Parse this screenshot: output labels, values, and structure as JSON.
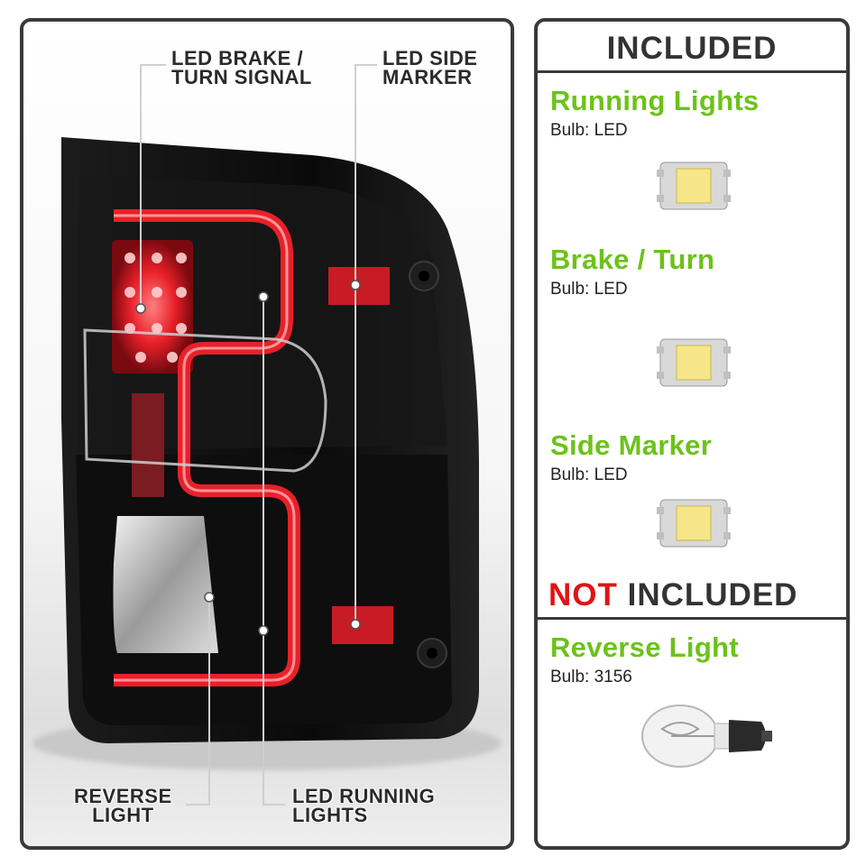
{
  "callouts": {
    "brake_turn": [
      "LED BRAKE /",
      "TURN SIGNAL"
    ],
    "side_marker": [
      "LED SIDE",
      "MARKER"
    ],
    "reverse": [
      "REVERSE",
      "LIGHT"
    ],
    "running": [
      "LED RUNNING",
      "LIGHTS"
    ]
  },
  "included": {
    "header": "INCLUDED",
    "items": [
      {
        "title": "Running Lights",
        "bulb": "Bulb: LED",
        "icon": "led-chip-icon"
      },
      {
        "title": "Brake / Turn",
        "bulb": "Bulb: LED",
        "icon": "led-chip-icon"
      },
      {
        "title": "Side Marker",
        "bulb": "Bulb: LED",
        "icon": "led-chip-icon"
      }
    ]
  },
  "not_included": {
    "header_not": "NOT",
    "header_rest": "INCLUDED",
    "items": [
      {
        "title": "Reverse Light",
        "bulb": "Bulb: 3156",
        "icon": "incandescent-bulb-icon"
      }
    ]
  },
  "colors": {
    "accent_green": "#6cc21a",
    "not_red": "#e01414",
    "led_red": "#e8202a",
    "housing": "#121212"
  }
}
